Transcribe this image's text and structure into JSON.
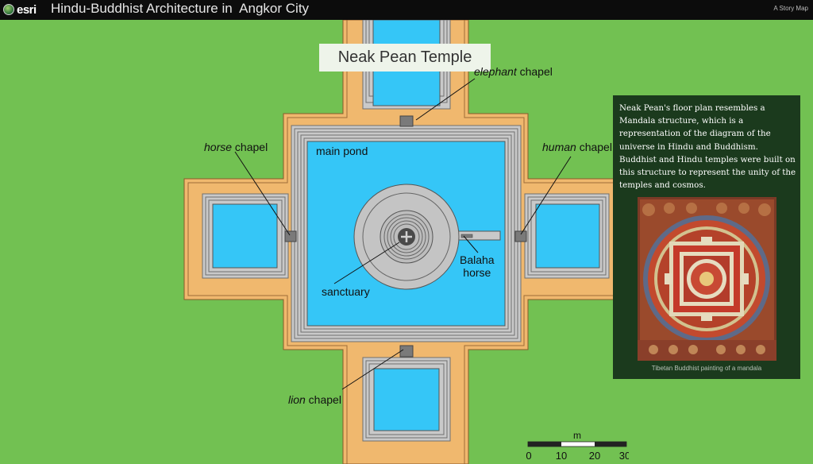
{
  "header": {
    "logo_text": "esri",
    "title": "Hindu-Buddhist Architecture in  Angkor City",
    "story_map_link": "A Story Map"
  },
  "map": {
    "title": "Neak Pean Temple",
    "labels": {
      "elephant_italic": "elephant",
      "elephant_rest": " chapel",
      "horse_italic": "horse",
      "horse_rest": " chapel",
      "human_italic": "human",
      "human_rest": " chapel",
      "lion_italic": "lion",
      "lion_rest": " chapel",
      "main_pond": "main pond",
      "sanctuary": "sanctuary",
      "balaha_line1": "Balaha",
      "balaha_line2": "horse"
    },
    "scale": {
      "unit": "m",
      "ticks": [
        "0",
        "10",
        "20",
        "30"
      ]
    }
  },
  "info_panel": {
    "text": "Neak Pean's floor plan resembles a Mandala structure, which is a representation of the diagram of the universe in Hindu and Buddhism. Buddhist and Hindu temples were built on this structure to represent the unity of the temples and cosmos.",
    "image_caption": "Tibetan Buddhist painting of a mandala"
  },
  "colors": {
    "grass": "#72c152",
    "water": "#35c6f7",
    "sandstone": "#f0b86e",
    "stone": "#b3b3b3",
    "panel_bg": "#1b3a1d"
  }
}
